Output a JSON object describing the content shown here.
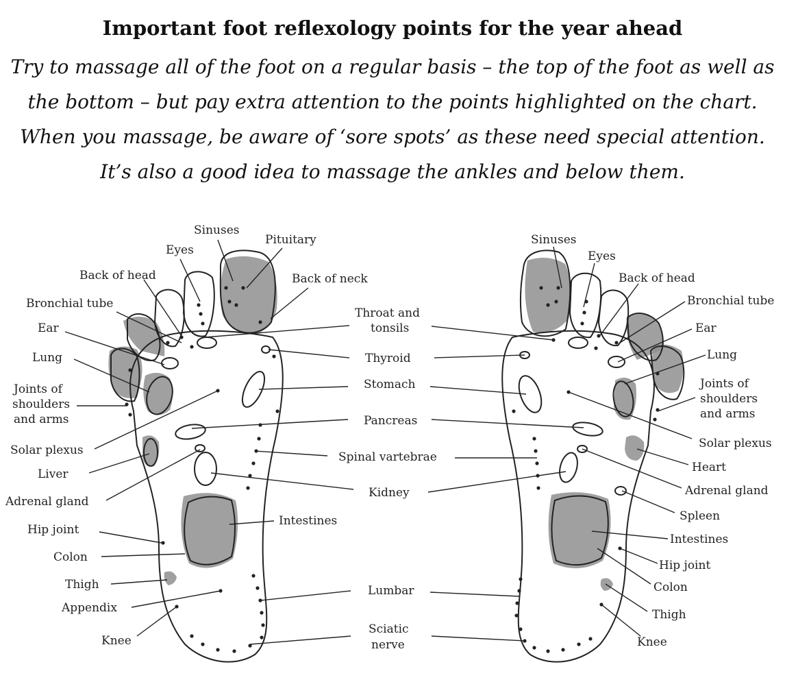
{
  "title": "Important foot reflexology points for the year ahead",
  "intro": [
    "Try to massage all of the foot on a regular basis – the top of the foot as well as",
    "the bottom – but pay extra attention to the points highlighted on the chart.",
    "When you massage, be aware of ‘sore spots’ as these need special attention.",
    "It’s also a good idea to massage the ankles and below them."
  ],
  "left_foot_labels": {
    "sinuses": "Sinuses",
    "pituitary": "Pituitary",
    "eyes": "Eyes",
    "back_of_head": "Back of head",
    "back_of_neck": "Back of neck",
    "bronchial_tube": "Bronchial tube",
    "ear": "Ear",
    "lung": "Lung",
    "joints_1": "Joints of",
    "joints_2": "shoulders",
    "joints_3": "and arms",
    "solar_plexus": "Solar plexus",
    "liver": "Liver",
    "adrenal_gland": "Adrenal gland",
    "hip_joint": "Hip joint",
    "colon": "Colon",
    "thigh": "Thigh",
    "appendix": "Appendix",
    "knee": "Knee"
  },
  "center_labels": {
    "throat_1": "Throat and",
    "throat_2": "tonsils",
    "thyroid": "Thyroid",
    "stomach": "Stomach",
    "pancreas": "Pancreas",
    "spinal": "Spinal vartebrae",
    "kidney": "Kidney",
    "intestines": "Intestines",
    "lumbar": "Lumbar",
    "sciatic_1": "Sciatic",
    "sciatic_2": "nerve"
  },
  "right_foot_labels": {
    "sinuses": "Sinuses",
    "eyes": "Eyes",
    "back_of_head": "Back of head",
    "bronchial_tube": "Bronchial tube",
    "ear": "Ear",
    "lung": "Lung",
    "joints_1": "Joints of",
    "joints_2": "shoulders",
    "joints_3": "and arms",
    "solar_plexus": "Solar plexus",
    "heart": "Heart",
    "adrenal_gland": "Adrenal gland",
    "spleen": "Spleen",
    "intestines": "Intestines",
    "hip_joint": "Hip joint",
    "colon": "Colon",
    "thigh": "Thigh",
    "knee": "Knee"
  }
}
